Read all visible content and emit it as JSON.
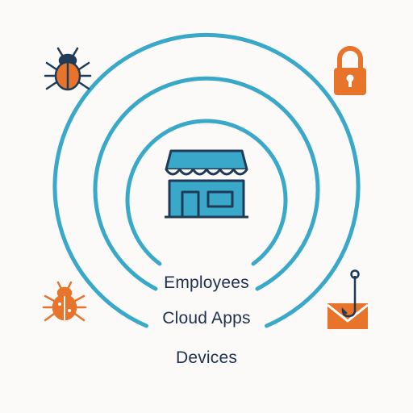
{
  "rings": {
    "labels": [
      "Employees",
      "Cloud Apps",
      "Devices"
    ],
    "stroke_color": "#3aa9c9"
  },
  "center_icon": {
    "name": "storefront-icon",
    "color": "#3aa9c9",
    "outline": "#1f3b57"
  },
  "threat_icons": [
    {
      "name": "bug-icon",
      "color": "#e8742c"
    },
    {
      "name": "lock-icon",
      "color": "#e8742c"
    },
    {
      "name": "bug-icon",
      "color": "#e8742c"
    },
    {
      "name": "phishing-hook-icon",
      "color": "#e8742c"
    }
  ]
}
